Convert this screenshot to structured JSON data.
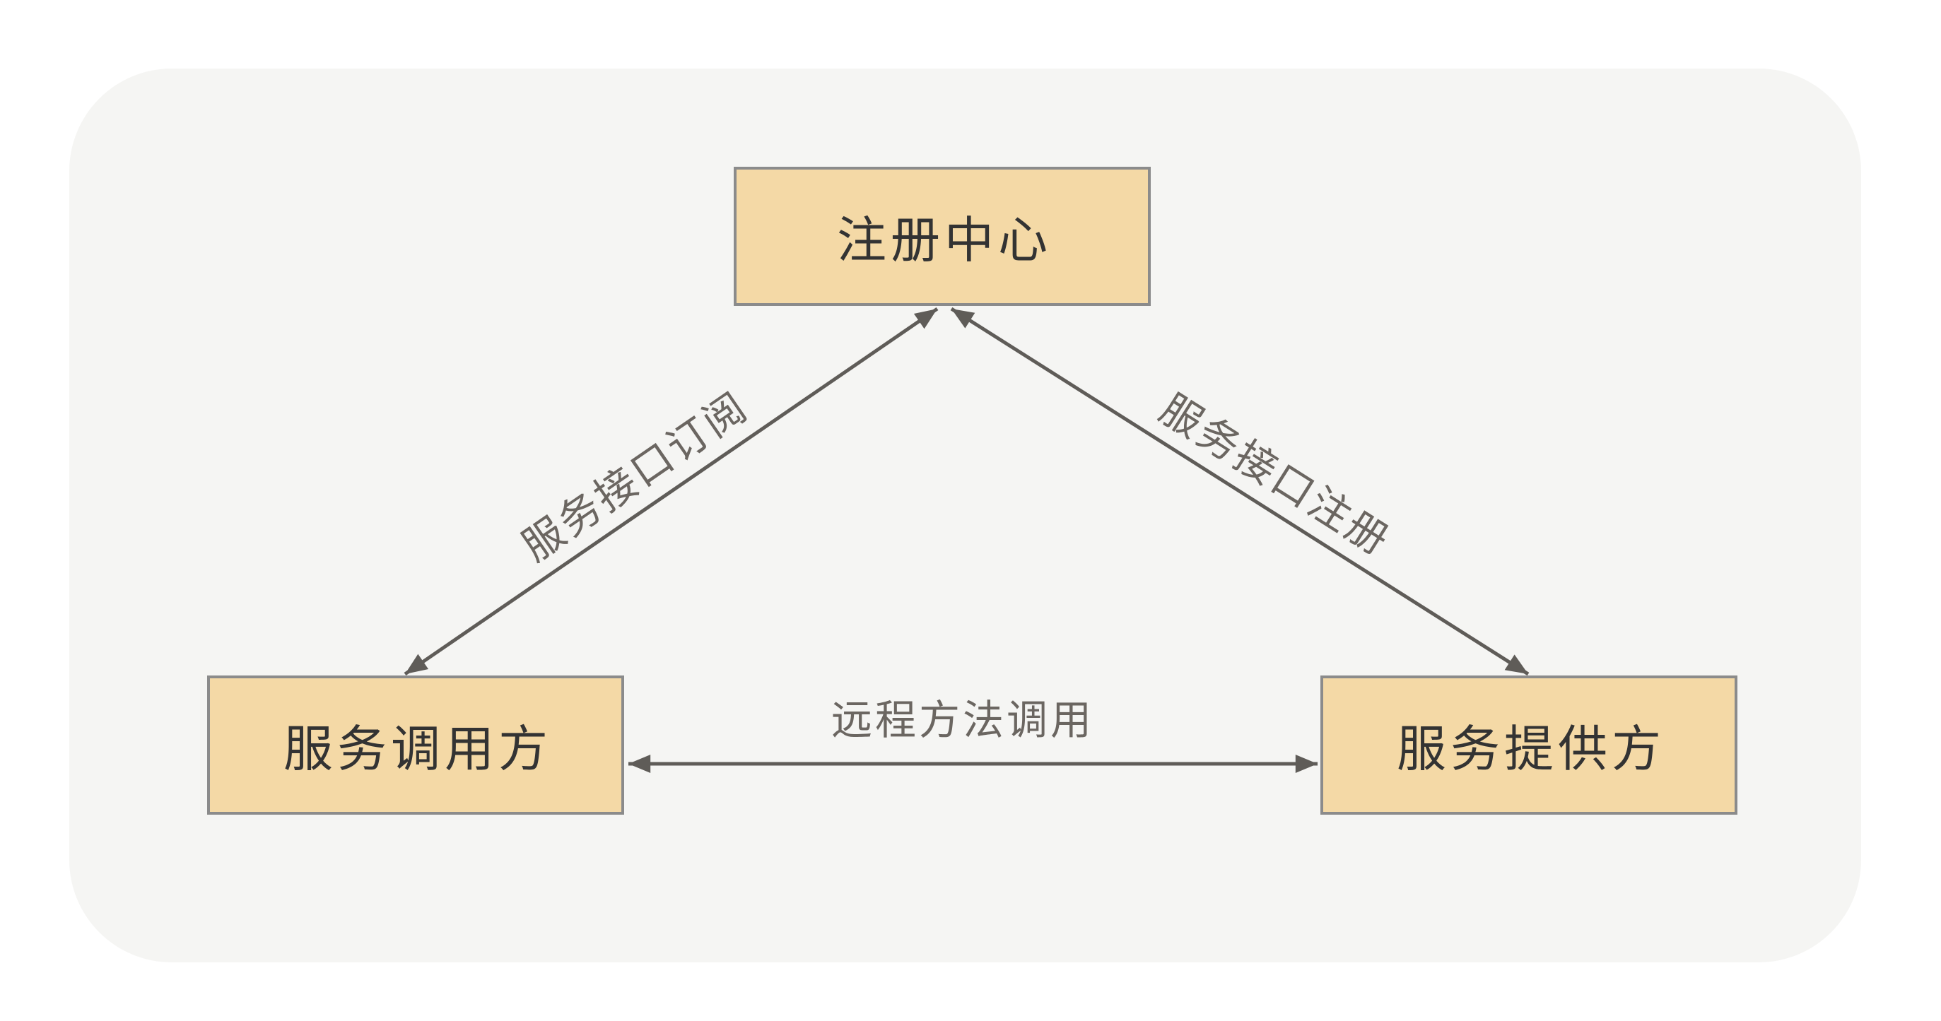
{
  "theme": {
    "page_bg": "#ffffff",
    "panel_bg": "#f5f5f3",
    "node_fill": "#f4d9a6",
    "node_border": "#8b8b8b",
    "node_text": "#333333",
    "arrow_color": "#5f5c58",
    "edge_label_text": "#6b6661"
  },
  "nodes": {
    "registry": {
      "label": "注册中心"
    },
    "consumer": {
      "label": "服务调用方"
    },
    "provider": {
      "label": "服务提供方"
    }
  },
  "edges": {
    "subscribe": {
      "from": "consumer",
      "to": "registry",
      "label": "服务接口订阅",
      "arrows": "both"
    },
    "register": {
      "from": "provider",
      "to": "registry",
      "label": "服务接口注册",
      "arrows": "both"
    },
    "invoke": {
      "from": "consumer",
      "to": "provider",
      "label": "远程方法调用",
      "arrows": "both"
    }
  }
}
